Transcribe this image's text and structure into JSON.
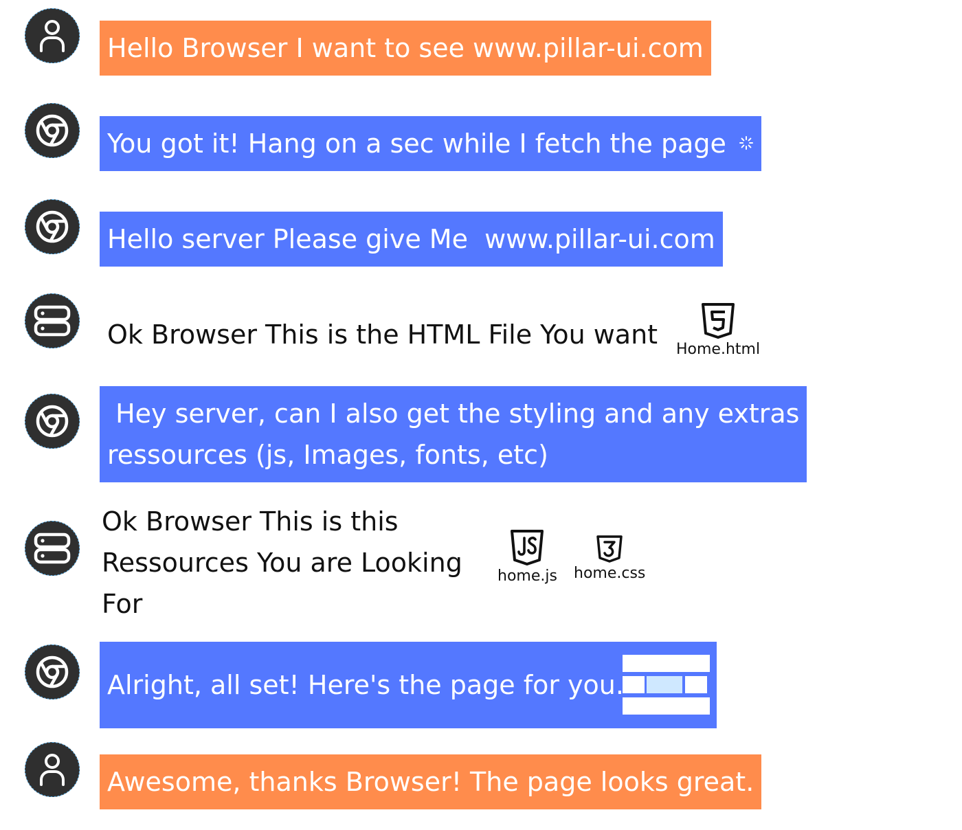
{
  "colors": {
    "user_bubble": "#ff8c4c",
    "browser_bubble": "#5478ff",
    "avatar": "#2f2f2f"
  },
  "messages": [
    {
      "speaker": "user",
      "icon": "user-icon",
      "text": "Hello Browser I want to see www.pillar-ui.com"
    },
    {
      "speaker": "browser",
      "icon": "chrome-icon",
      "text": "You got it! Hang on a sec while I fetch the page",
      "extra_icon": "loading-spinner-icon"
    },
    {
      "speaker": "browser",
      "icon": "chrome-icon",
      "text": "Hello server Please give Me  www.pillar-ui.com"
    },
    {
      "speaker": "server",
      "icon": "server-icon",
      "text": "Ok Browser This is the HTML File You want",
      "files": [
        {
          "icon": "html5-icon",
          "name": "Home.html"
        }
      ]
    },
    {
      "speaker": "browser",
      "icon": "chrome-icon",
      "line1": " Hey server, can I also get the styling and any extras",
      "line2": "ressources (js, Images, fonts, etc)"
    },
    {
      "speaker": "server",
      "icon": "server-icon",
      "line1": "Ok Browser This is this",
      "line2": "Ressources You are Looking",
      "line3": "For",
      "files": [
        {
          "icon": "js-icon",
          "name": "home.js"
        },
        {
          "icon": "css3-icon",
          "name": "home.css"
        }
      ]
    },
    {
      "speaker": "browser",
      "icon": "chrome-icon",
      "text": "Alright, all set! Here's the page for you.",
      "extra_icon": "page-layout-icon"
    },
    {
      "speaker": "user",
      "icon": "user-icon",
      "text": "Awesome, thanks Browser! The page looks great."
    }
  ]
}
